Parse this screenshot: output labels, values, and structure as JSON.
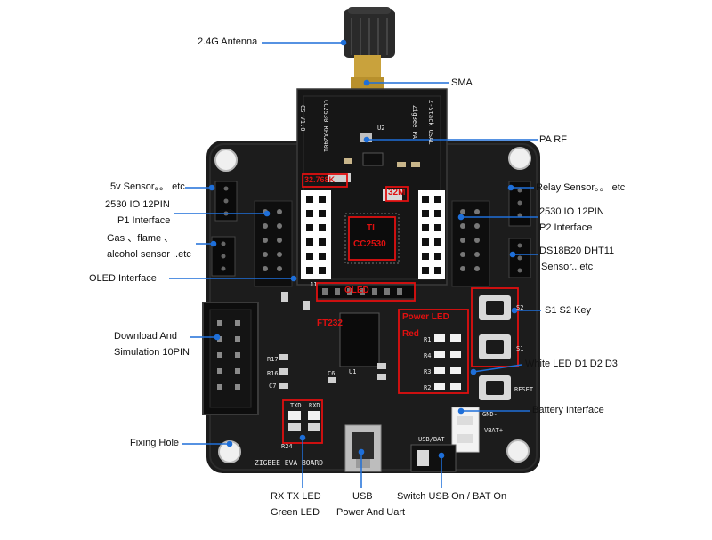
{
  "callouts": {
    "antenna": "2.4G Antenna",
    "sma": "SMA",
    "pa_rf": "PA RF",
    "five_v_sensor": "5v Sensor。。 etc",
    "p1_line1": "2530 IO 12PIN",
    "p1_line2": "P1 Interface",
    "gas_line1": "Gas 、flame 、",
    "gas_line2": "alcohol sensor ..etc",
    "oled_interface": "OLED Interface",
    "download_line1": "Download And",
    "download_line2": "Simulation 10PIN",
    "fixing_hole": "Fixing Hole",
    "rxtx_line1": "RX TX LED",
    "rxtx_line2": "Green LED",
    "usb_line1": "USB",
    "usb_line2": "Power And Uart",
    "switch_usb": "Switch USB On / BAT On",
    "battery_interface": "Battery Interface",
    "white_led": "White LED D1 D2 D3",
    "s1s2_key": "S1 S2 Key",
    "ds18b20_line1": "DS18B20 DHT11",
    "ds18b20_line2": "Sensor.. etc",
    "p2_line1": "2530 IO 12PIN",
    "p2_line2": "P2 Interface",
    "relay_sensor": "Relay Sensor。。 etc"
  },
  "board_marks": {
    "module_crystal": "32.768K",
    "main_crystal": "32M",
    "chip_brand": "TI",
    "chip_model": "CC2530",
    "oled": "OLED",
    "ft232": "FT232",
    "power_led": "Power LED",
    "red": "Red"
  },
  "silkscreen": {
    "module_left": "CS V1.0",
    "module_left2": "CC2530 RFX2401",
    "module_right": "ZigBee PA",
    "module_right2": "Z-Stack OSAL",
    "board_name": "ZIGBEE EVA BOARD",
    "txd": "TXD",
    "rxd": "RXD",
    "usb_bat": "USB/BAT",
    "gnd": "GND-",
    "vbat": "VBAT+",
    "reset": "RESET",
    "s1": "S1",
    "s2": "S2",
    "u2": "U2",
    "u1": "U1",
    "c6": "C6",
    "c7": "C7",
    "r1": "R1",
    "r2": "R2",
    "r3": "R3",
    "r4": "R4",
    "r16": "R16",
    "r17": "R17",
    "r24": "R24",
    "j1": "J1"
  },
  "colors": {
    "board": "#1c1c1c",
    "callout": "#1e6fd9",
    "highlight": "#e01010",
    "gold": "#c9a23c"
  }
}
